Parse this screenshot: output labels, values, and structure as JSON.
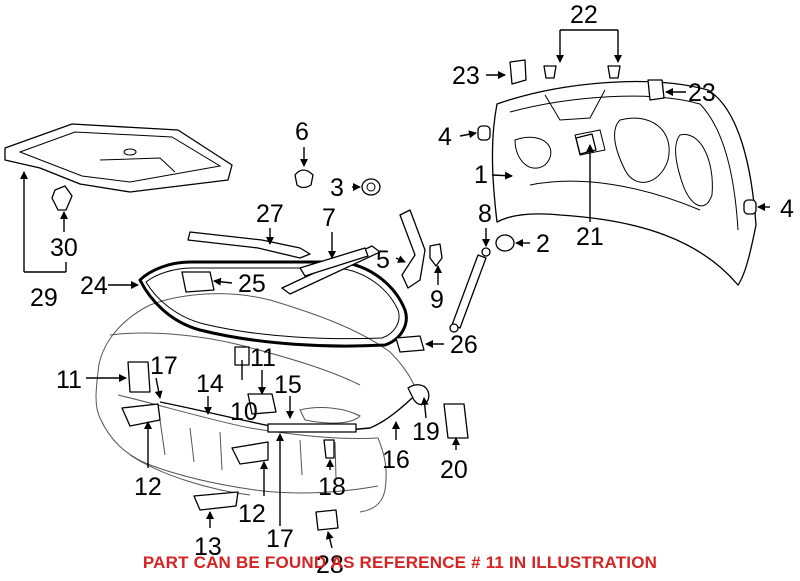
{
  "callouts": {
    "c1": "1",
    "c2": "2",
    "c3": "3",
    "c4a": "4",
    "c4b": "4",
    "c5": "5",
    "c6": "6",
    "c7": "7",
    "c8": "8",
    "c9": "9",
    "c10": "10",
    "c11a": "11",
    "c11b": "11",
    "c12a": "12",
    "c12b": "12",
    "c13": "13",
    "c14": "14",
    "c15": "15",
    "c16": "16",
    "c17a": "17",
    "c17b": "17",
    "c18": "18",
    "c19": "19",
    "c20": "20",
    "c21": "21",
    "c22": "22",
    "c23a": "23",
    "c23b": "23",
    "c24": "24",
    "c25": "25",
    "c26": "26",
    "c27": "27",
    "c28": "28",
    "c29": "29",
    "c30": "30"
  },
  "footer_note": "PART CAN BE FOUND AS REFERENCE # 11 IN ILLUSTRATION",
  "colors": {
    "note": "#d62323",
    "line": "#000000"
  }
}
